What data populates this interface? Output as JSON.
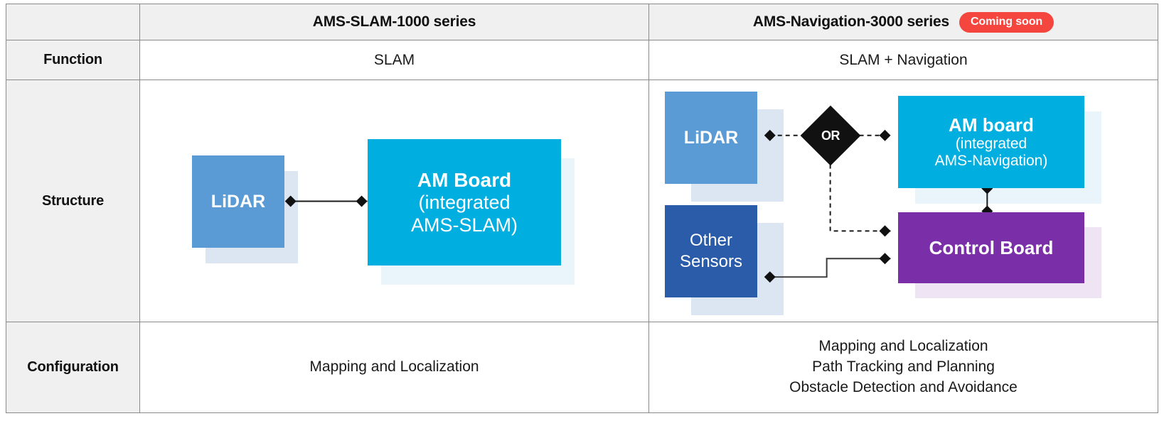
{
  "table": {
    "columns": [
      {
        "key": "label",
        "header": ""
      },
      {
        "key": "slam",
        "header": "AMS-SLAM-1000 series",
        "badge": null
      },
      {
        "key": "nav",
        "header": "AMS-Navigation-3000 series",
        "badge": "Coming soon"
      }
    ],
    "rows": [
      {
        "label": "Function",
        "left": "SLAM",
        "right": "SLAM + Navigation"
      },
      {
        "label": "Structure",
        "left": "",
        "right": ""
      },
      {
        "label": "Configuration",
        "left_lines": [
          "Mapping and Localization"
        ],
        "right_lines": [
          "Mapping and Localization",
          "Path Tracking and Planning",
          "Obstacle Detection and Avoidance"
        ]
      }
    ]
  },
  "diagram_left": {
    "lidar": {
      "label": "LiDAR"
    },
    "am_board": {
      "line1": "AM Board",
      "line2": "(integrated",
      "line3": "AMS-SLAM)"
    }
  },
  "diagram_right": {
    "lidar": {
      "label": "LiDAR"
    },
    "other_sensors": {
      "line1": "Other",
      "line2": "Sensors"
    },
    "am_board": {
      "line1": "AM board",
      "line2": "(integrated",
      "line3": "AMS-Navigation)"
    },
    "control_board": {
      "label": "Control Board"
    },
    "or_gate": {
      "label": "OR"
    }
  },
  "colors": {
    "lidar_blue": "#5B9BD5",
    "other_sensors_blue": "#2A5CAA",
    "am_board_cyan": "#00AEE0",
    "control_board_purple": "#7A2FA8",
    "shadow_blue": "#DCE6F2",
    "shadow_cyan": "#EAF4FB",
    "shadow_purple": "#EFE4F4",
    "badge_red": "#F4463E",
    "header_gray": "#F0F0F0",
    "border_gray": "#8A8A8A",
    "connector_black": "#1A1A1A"
  }
}
